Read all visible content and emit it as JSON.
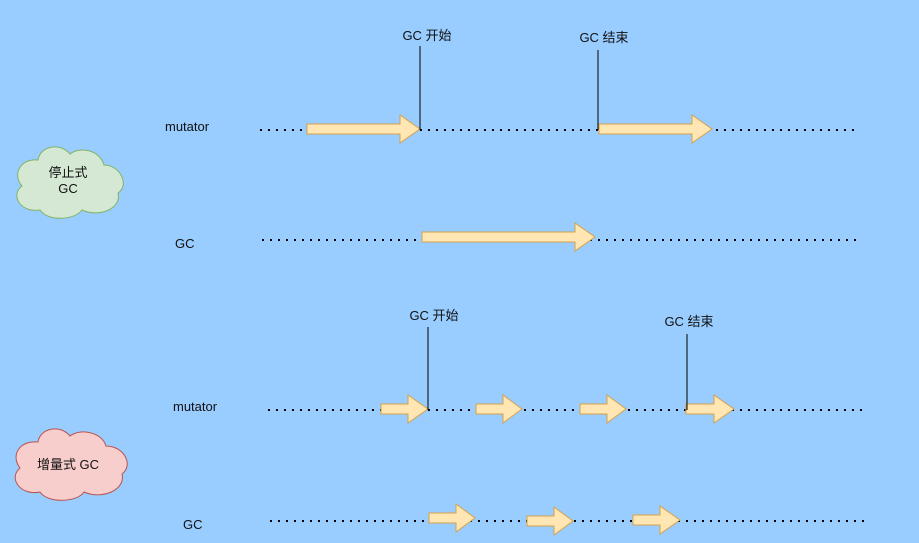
{
  "colors": {
    "background": "#99ccff",
    "arrow_fill": "#ffe6b3",
    "arrow_stroke": "#d6a24a",
    "cloud_green_fill": "#d5e8d4",
    "cloud_green_stroke": "#82b366",
    "cloud_pink_fill": "#f8cecc",
    "cloud_pink_stroke": "#b85450",
    "line": "#000000"
  },
  "stop_the_world": {
    "cloud_line1": "停止式",
    "cloud_line2": "GC",
    "mutator_label": "mutator",
    "gc_label": "GC",
    "gc_start_label": "GC 开始",
    "gc_end_label": "GC 结束"
  },
  "incremental": {
    "cloud_label": "增量式 GC",
    "mutator_label": "mutator",
    "gc_label": "GC",
    "gc_start_label": "GC 开始",
    "gc_end_label": "GC 结束"
  }
}
